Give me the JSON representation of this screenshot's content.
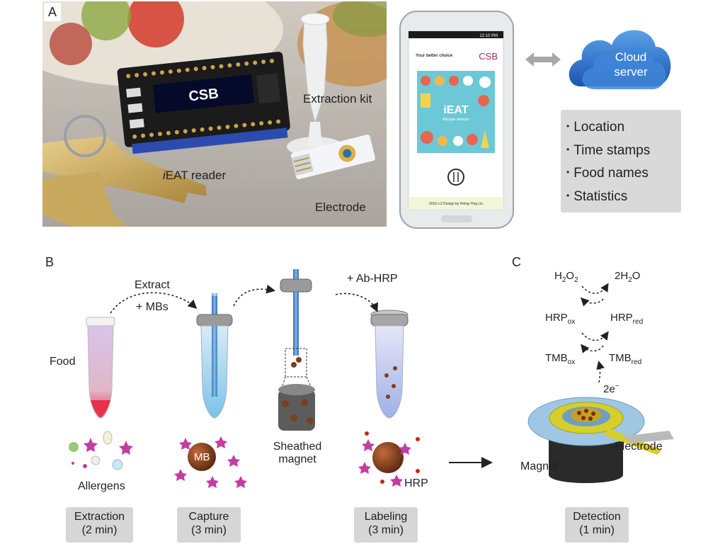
{
  "panels": {
    "a": "A",
    "b": "B",
    "c": "C"
  },
  "photo": {
    "reader_screen": "CSB",
    "extraction_kit": "Extraction kit",
    "reader_label_italic": "i",
    "reader_label_rest": "EAT reader",
    "electrode": "Electrode"
  },
  "phone": {
    "status_time": "12:10 PM",
    "tagline": "Your better choice",
    "brand": "CSB",
    "app_name": "iEAT",
    "app_subtitle": "Allergen detector",
    "footer": "2016 v.2 Design by Hsing-Ying Liu"
  },
  "cloud": {
    "line1": "Cloud",
    "line2": "server"
  },
  "info_items": [
    "Location",
    "Time stamps",
    "Food names",
    "Statistics"
  ],
  "workflow": {
    "food": "Food",
    "extract_line1": "Extract",
    "extract_line2": "+ MBs",
    "ab_hrp": "+ Ab-HRP",
    "mb": "MB",
    "sheathed_line1": "Sheathed",
    "sheathed_line2": "magnet",
    "allergens": "Allergens",
    "hrp": "HRP"
  },
  "detection": {
    "h2o2": "H",
    "h2o2_sub1": "2",
    "h2o2_mid": "O",
    "h2o2_sub2": "2",
    "water": "2H",
    "water_sub": "2",
    "water_end": "O",
    "hrp": "HRP",
    "hrp_ox": "ox",
    "hrp_red": "red",
    "tmb": "TMB",
    "tmb_ox": "ox",
    "tmb_red": "red",
    "electron": "2e",
    "electron_sup": "−",
    "electrode": "Electrode",
    "magnet": "Magnet"
  },
  "stages": [
    {
      "name": "Extraction",
      "time": "(2 min)"
    },
    {
      "name": "Capture",
      "time": "(3 min)"
    },
    {
      "name": "Labeling",
      "time": "(3 min)"
    },
    {
      "name": "Detection",
      "time": "(1 min)"
    }
  ]
}
